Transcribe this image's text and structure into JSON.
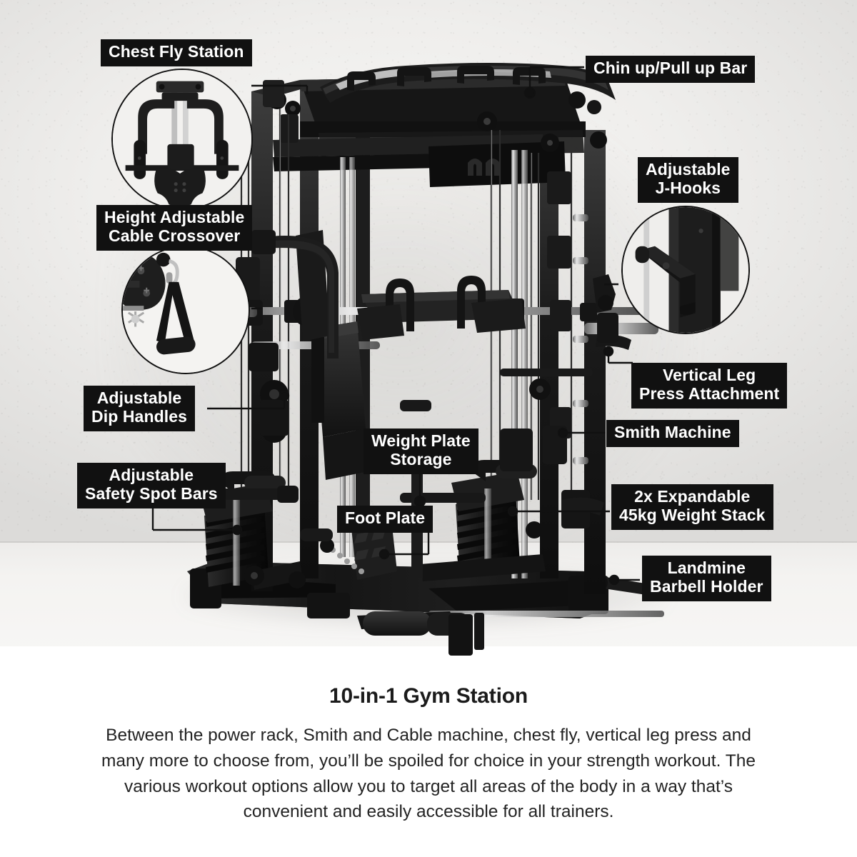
{
  "product": {
    "title": "10-in-1 Gym Station",
    "description": "Between the power rack, Smith and Cable machine, chest fly, vertical leg press and many more to choose from, you’ll be spoiled for choice in your strength workout. The various workout options allow you to target all areas of the body in a way that’s convenient and easily accessible for all trainers."
  },
  "colors": {
    "label_background": "#111111",
    "label_text": "#ffffff",
    "leader_line": "#111111",
    "wall": "#efeeec",
    "floor": "#f5f4f2",
    "caption_background": "#ffffff",
    "machine_dark": "#1c1c1c"
  },
  "callouts": {
    "chest_fly": "Chest Fly Station",
    "chin_pull_up_bar": "Chin up/Pull up Bar",
    "adjustable_j_hooks": "Adjustable\nJ-Hooks",
    "cable_crossover": "Height Adjustable\nCable Crossover",
    "dip_handles": "Adjustable\nDip Handles",
    "vertical_leg_press": "Vertical Leg\nPress Attachment",
    "smith_machine": "Smith Machine",
    "weight_plate_storage": "Weight Plate\nStorage",
    "safety_spot_bars": "Adjustable\nSafety Spot Bars",
    "foot_plate": "Foot Plate",
    "weight_stack": "2x Expandable\n45kg Weight Stack",
    "landmine": "Landmine\nBarbell Holder"
  },
  "insets": [
    {
      "name": "chest-fly-closeup",
      "for": "Chest Fly Station"
    },
    {
      "name": "cable-crossover-closeup",
      "for": "Height Adjustable Cable Crossover"
    },
    {
      "name": "j-hooks-closeup",
      "for": "Adjustable J-Hooks"
    }
  ]
}
